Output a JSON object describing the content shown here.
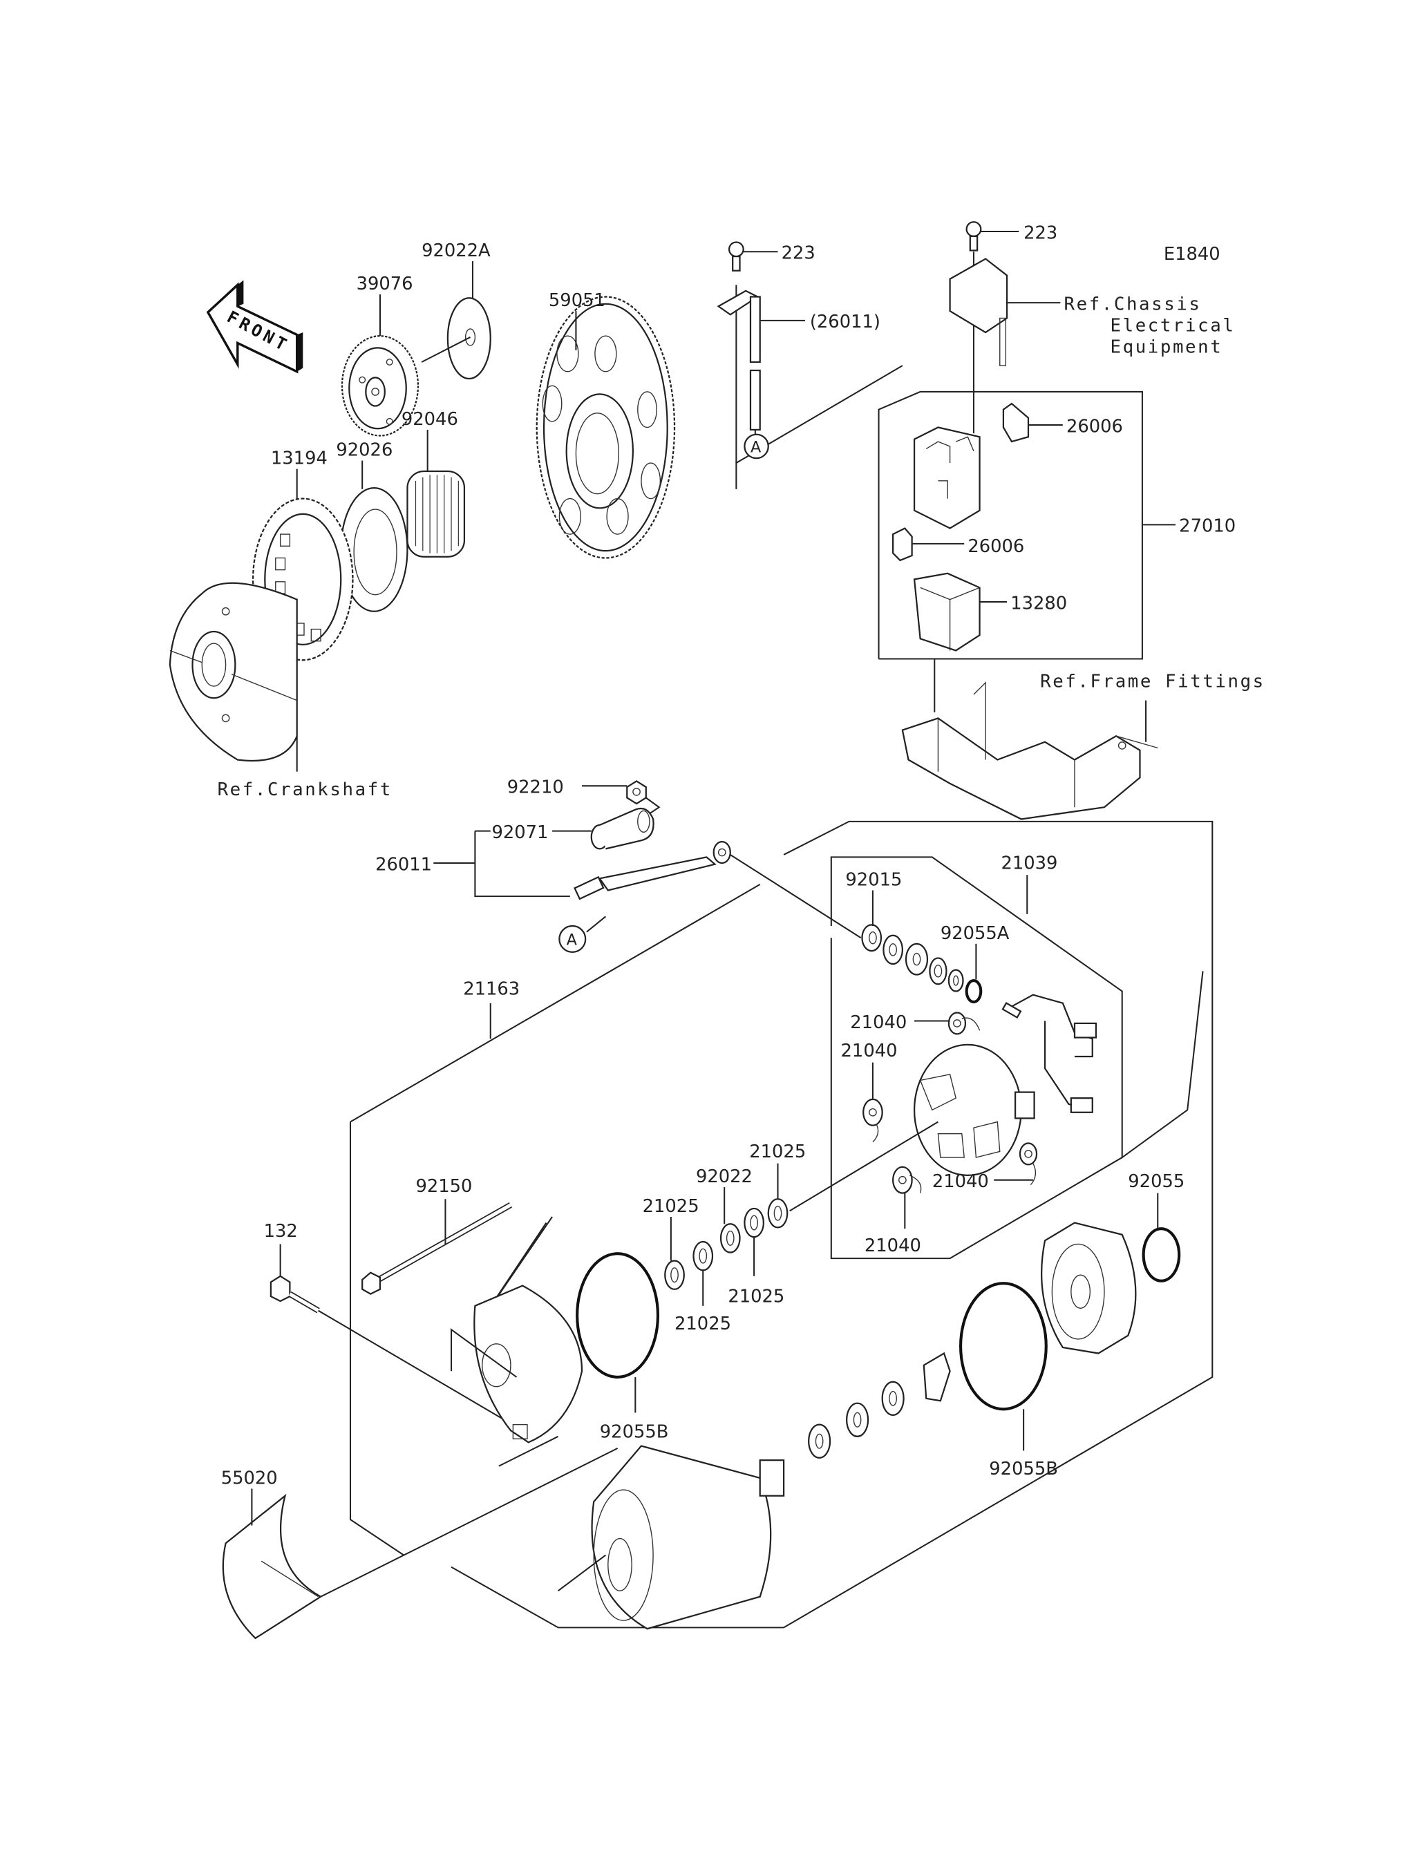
{
  "diagram": {
    "code": "E1840",
    "front_label": "FRONT",
    "callout_marker": "A",
    "parts": {
      "p39076": "39076",
      "p92022A": "92022A",
      "p59051": "59051",
      "p13194": "13194",
      "p92026": "92026",
      "p92046": "92046",
      "p223a": "223",
      "p223b": "223",
      "p26011_paren": "(26011)",
      "p26006a": "26006",
      "p26006b": "26006",
      "p27010": "27010",
      "p13280": "13280",
      "p92210": "92210",
      "p92071": "92071",
      "p26011": "26011",
      "p21039": "21039",
      "p92015": "92015",
      "p92055A": "92055A",
      "p21040a": "21040",
      "p21040b": "21040",
      "p21040c": "21040",
      "p21040d": "21040",
      "p21163": "21163",
      "p21025a": "21025",
      "p92022": "92022",
      "p21025b": "21025",
      "p21025c": "21025",
      "p21025d": "21025",
      "p92055": "92055",
      "p92150": "92150",
      "p132": "132",
      "p92055B_a": "92055B",
      "p92055B_b": "92055B",
      "p55020": "55020"
    },
    "references": {
      "chassis_line1": "Ref.Chassis",
      "chassis_line2": "Electrical",
      "chassis_line3": "Equipment",
      "frame_fittings": "Ref.Frame Fittings",
      "crankshaft": "Ref.Crankshaft"
    }
  }
}
